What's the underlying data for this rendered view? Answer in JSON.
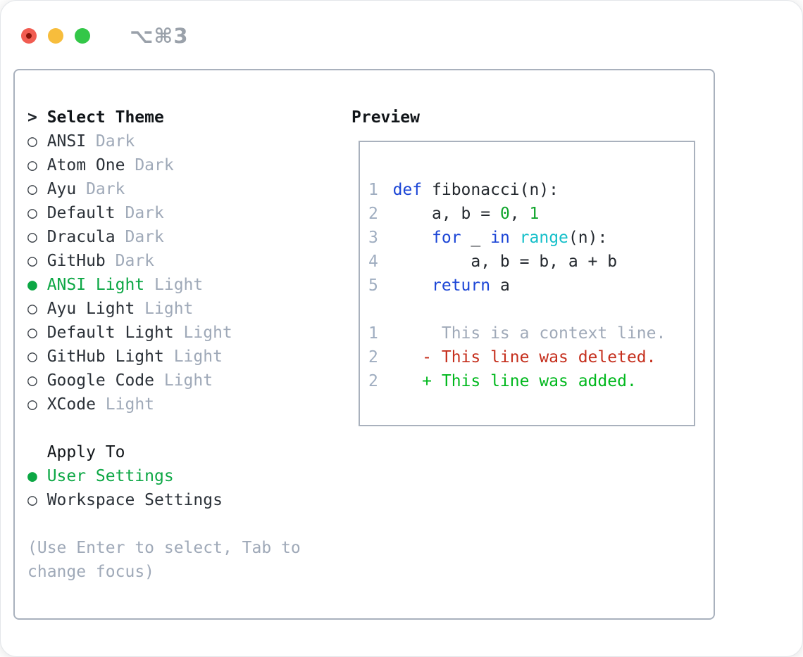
{
  "window": {
    "title": "⌥⌘3"
  },
  "colors": {
    "text": "#24292f",
    "muted_gray": "#9fa9b8",
    "selection_green": "#0ca744",
    "added_green": "#00b81d",
    "deleted_red": "#c52f1d",
    "keyword_blue": "#1b45d6",
    "builtin_cyan": "#14bfc9",
    "number_green": "#10a52c",
    "panel_border": "#a9b1bd",
    "traffic_red": "#f15c51",
    "traffic_yellow": "#f7bd3c",
    "traffic_green": "#33c748"
  },
  "theme_list": {
    "prompt": ">",
    "heading": "Select Theme",
    "items": [
      {
        "marker": "○",
        "label": "ANSI",
        "badge": "Dark",
        "row_cls": "row item"
      },
      {
        "marker": "○",
        "label": "Atom One",
        "badge": "Dark",
        "row_cls": "row item"
      },
      {
        "marker": "○",
        "label": "Ayu",
        "badge": "Dark",
        "row_cls": "row item"
      },
      {
        "marker": "○",
        "label": "Default",
        "badge": "Dark",
        "row_cls": "row item"
      },
      {
        "marker": "○",
        "label": "Dracula",
        "badge": "Dark",
        "row_cls": "row item"
      },
      {
        "marker": "○",
        "label": "GitHub",
        "badge": "Dark",
        "row_cls": "row item"
      },
      {
        "marker": "●",
        "label": "ANSI Light",
        "badge": "Light",
        "row_cls": "row item selected"
      },
      {
        "marker": "○",
        "label": "Ayu Light",
        "badge": "Light",
        "row_cls": "row item"
      },
      {
        "marker": "○",
        "label": "Default Light",
        "badge": "Light",
        "row_cls": "row item"
      },
      {
        "marker": "○",
        "label": "GitHub Light",
        "badge": "Light",
        "row_cls": "row item"
      },
      {
        "marker": "○",
        "label": "Google Code",
        "badge": "Light",
        "row_cls": "row item"
      },
      {
        "marker": "○",
        "label": "XCode",
        "badge": "Light",
        "row_cls": "row item"
      }
    ]
  },
  "apply_to": {
    "heading": "Apply To",
    "items": [
      {
        "marker": "●",
        "label": "User Settings",
        "row_cls": "row item selected"
      },
      {
        "marker": "○",
        "label": "Workspace Settings",
        "row_cls": "row item"
      }
    ]
  },
  "help": {
    "line1": "(Use Enter to select, Tab to",
    "line2": "change focus)"
  },
  "preview": {
    "heading": "Preview",
    "code_lines": [
      {
        "num": "1",
        "segments": [
          {
            "text": "def",
            "cls": "kw"
          },
          {
            "text": " fibonacci(n):",
            "cls": "fg"
          }
        ]
      },
      {
        "num": "2",
        "segments": [
          {
            "text": "    a, b = ",
            "cls": "fg"
          },
          {
            "text": "0",
            "cls": "lit"
          },
          {
            "text": ", ",
            "cls": "fg"
          },
          {
            "text": "1",
            "cls": "lit"
          }
        ]
      },
      {
        "num": "3",
        "segments": [
          {
            "text": "    ",
            "cls": "fg"
          },
          {
            "text": "for",
            "cls": "kw"
          },
          {
            "text": " _ ",
            "cls": "fg"
          },
          {
            "text": "in",
            "cls": "kw"
          },
          {
            "text": " ",
            "cls": "fg"
          },
          {
            "text": "range",
            "cls": "builtin"
          },
          {
            "text": "(n):",
            "cls": "fg"
          }
        ]
      },
      {
        "num": "4",
        "segments": [
          {
            "text": "        a, b = b, a + b",
            "cls": "fg"
          }
        ]
      },
      {
        "num": "5",
        "segments": [
          {
            "text": "    ",
            "cls": "fg"
          },
          {
            "text": "return",
            "cls": "kw"
          },
          {
            "text": " a",
            "cls": "fg"
          }
        ]
      }
    ],
    "diff_lines": [
      {
        "num": "1",
        "cls": "ctx",
        "text": "     This is a context line."
      },
      {
        "num": "2",
        "cls": "del",
        "text": "   - This line was deleted."
      },
      {
        "num": "2",
        "cls": "add",
        "text": "   + This line was added."
      }
    ]
  }
}
